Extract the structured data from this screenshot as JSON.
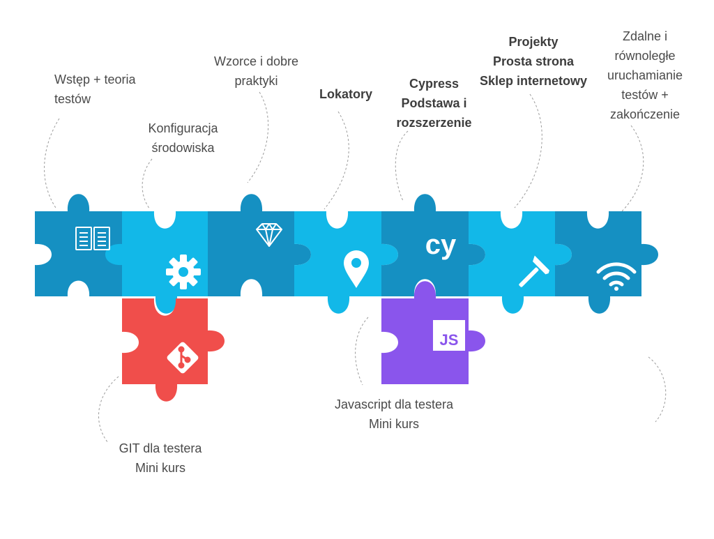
{
  "colors": {
    "dark_blue": "#1590c2",
    "light_blue": "#12b8e8",
    "red": "#f04e4b",
    "purple": "#8a55ec",
    "icon": "#ffffff",
    "connector": "#9a9a9a",
    "text": "#4a4a4a"
  },
  "labels": {
    "intro": [
      "Wstęp + teoria",
      "testów"
    ],
    "config": [
      "Konfiguracja",
      "środowiska"
    ],
    "patterns": [
      "Wzorce i dobre",
      "praktyki"
    ],
    "locators": [
      "Lokatory"
    ],
    "cypress": [
      "Cypress",
      "Podstawa i",
      "rozszerzenie"
    ],
    "projects": [
      "Projekty",
      "Prosta strona",
      "Sklep internetowy"
    ],
    "remote": [
      "Zdalne i",
      "równoległe",
      "uruchamianie",
      "testów +",
      "zakończenie"
    ],
    "git": [
      "GIT dla testera",
      "Mini kurs"
    ],
    "javascript": [
      "Javascript dla testera",
      "Mini kurs"
    ]
  },
  "pieces": [
    {
      "id": "intro",
      "color": "dark_blue",
      "icon": "book-icon"
    },
    {
      "id": "config",
      "color": "light_blue",
      "icon": "gear-icon"
    },
    {
      "id": "patterns",
      "color": "dark_blue",
      "icon": "diamond-icon"
    },
    {
      "id": "locators",
      "color": "light_blue",
      "icon": "location-pin-icon"
    },
    {
      "id": "cypress",
      "color": "dark_blue",
      "icon": "cypress-logo-icon",
      "icon_text": "cy"
    },
    {
      "id": "projects",
      "color": "light_blue",
      "icon": "hammer-icon"
    },
    {
      "id": "remote",
      "color": "dark_blue",
      "icon": "wifi-icon"
    },
    {
      "id": "git",
      "color": "red",
      "icon": "git-icon"
    },
    {
      "id": "javascript",
      "color": "purple",
      "icon": "js-logo-icon",
      "icon_text": "JS"
    }
  ]
}
